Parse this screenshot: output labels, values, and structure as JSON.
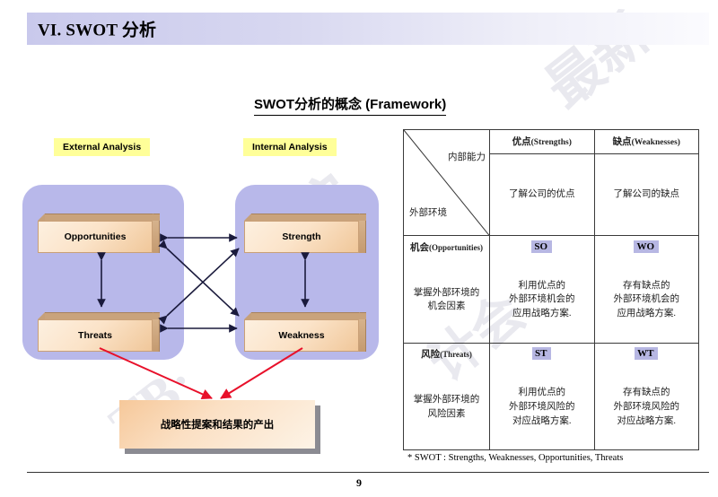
{
  "slide": {
    "banner_title": "VI. SWOT 分析",
    "subtitle": "SWOT分析的概念 (Framework)",
    "page_number": "9",
    "footnote": "* SWOT : Strengths, Weaknesses, Opportunities, Threats",
    "accent_banner_color": "#c9c9ec",
    "panel_color": "#b8b8ea",
    "tag_color": "#ffff99",
    "quad_tag_color": "#b7b7e3",
    "red_arrow_color": "#e8102a"
  },
  "watermark": {
    "t1": "最新",
    "t2": "学院",
    "t3": "TB·",
    "t4": "计会"
  },
  "diagram": {
    "external_tag": "External Analysis",
    "internal_tag": "Internal Analysis",
    "boxes": [
      {
        "label": "Opportunities"
      },
      {
        "label": "Threats"
      },
      {
        "label": "Strength"
      },
      {
        "label": "Weakness"
      }
    ],
    "result_label": "战略性提案和结果的产出"
  },
  "table": {
    "corner": {
      "internal_label": "内部能力",
      "external_label": "外部环境"
    },
    "columns": [
      {
        "cn": "优点",
        "en": "(Strengths)"
      },
      {
        "cn": "缺点",
        "en": "(Weaknesses)"
      }
    ],
    "top_descriptions": [
      "了解公司的优点",
      "了解公司的缺点"
    ],
    "rows": [
      {
        "label_cn": "机会",
        "label_en": "(Opportunities)",
        "description": "掌握外部环境的\n机会因素",
        "description_l1": "掌握外部环境的",
        "description_l2": "机会因素",
        "cells": [
          {
            "tag": "SO",
            "l1": "利用优点的",
            "l2": "外部环境机会的",
            "l3": "应用战略方案."
          },
          {
            "tag": "WO",
            "l1": "存有缺点的",
            "l2": "外部环境机会的",
            "l3": "应用战略方案."
          }
        ]
      },
      {
        "label_cn": "风险",
        "label_en": "(Threats)",
        "description_l1": "掌握外部环境的",
        "description_l2": "风险因素",
        "cells": [
          {
            "tag": "ST",
            "l1": "利用优点的",
            "l2": "外部环境风险的",
            "l3": "对应战略方案."
          },
          {
            "tag": "WT",
            "l1": "存有缺点的",
            "l2": "外部环境风险的",
            "l3": "对应战略方案."
          }
        ]
      }
    ]
  }
}
